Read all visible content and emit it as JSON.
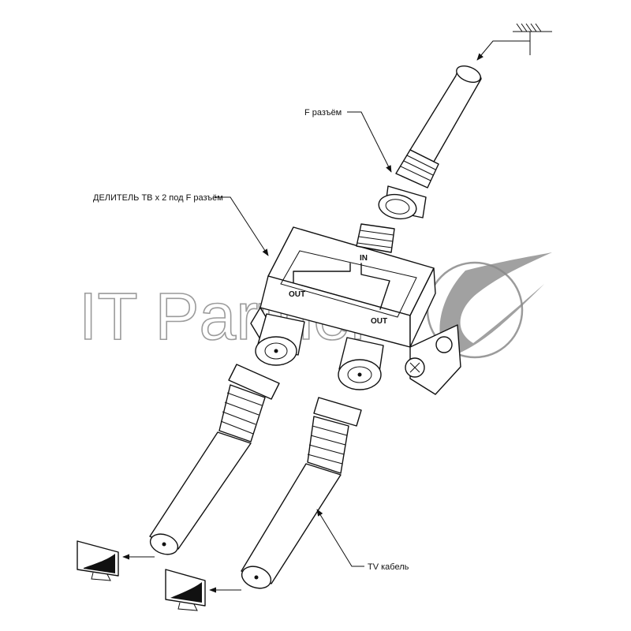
{
  "labels": {
    "f_connector": "F разъём",
    "splitter": "ДЕЛИТЕЛЬ ТВ х 2 под F разъём",
    "tv_cable": "TV кабель"
  },
  "ports": {
    "in": "IN",
    "out_left": "OUT",
    "out_right": "OUT"
  },
  "watermark": {
    "text": "IT Partner",
    "color": "#8a8a8a"
  },
  "colors": {
    "line": "#111111",
    "background": "#ffffff"
  }
}
